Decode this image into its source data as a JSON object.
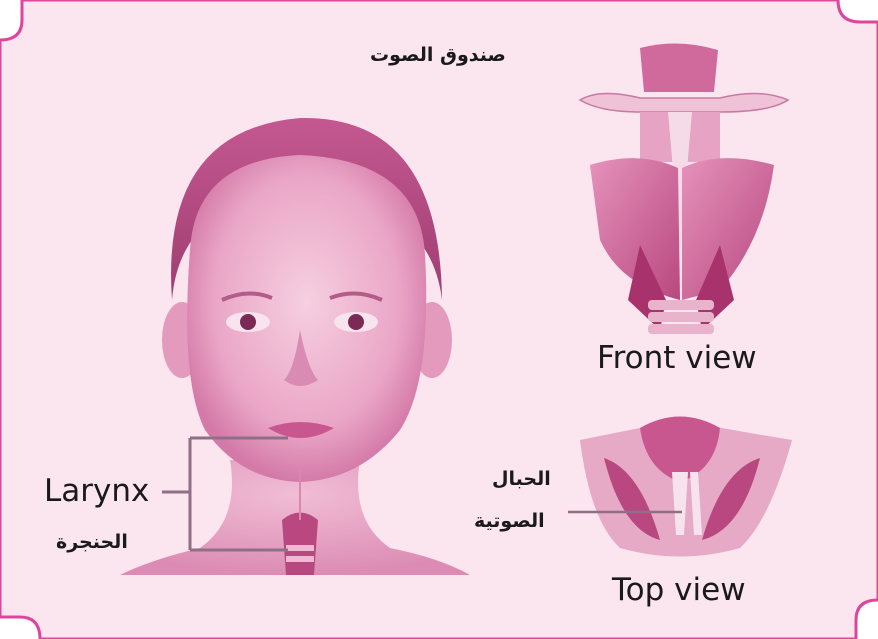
{
  "title_ar": "صندوق الصوت",
  "labels": {
    "front_view": "Front view",
    "top_view": "Top view",
    "larynx_en": "Larynx",
    "larynx_ar": "الحنجرة",
    "vocal_cords_ar_line1": "الحبال",
    "vocal_cords_ar_line2": "الصوتية"
  },
  "colors": {
    "frame_border": "#e0459c",
    "background": "#fbe5ef",
    "skin": "#e9a1c3",
    "skin_dark": "#c9578f",
    "hair": "#b44a80",
    "tissue": "#d7689f",
    "tissue_dark": "#a8336c",
    "leader_line": "#8f6f86"
  }
}
